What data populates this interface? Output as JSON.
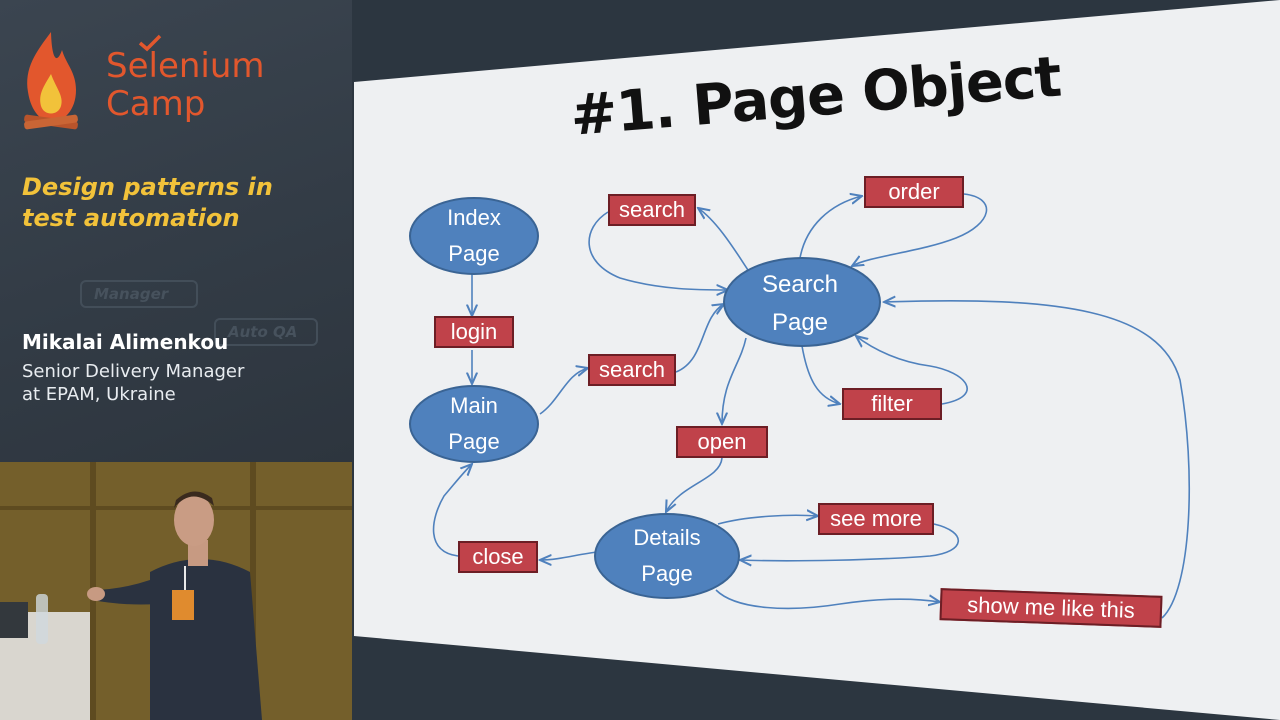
{
  "branding": {
    "logo_line1": "Selenium",
    "logo_line2": "Camp",
    "deco_tags": [
      "Manager",
      "Auto QA"
    ]
  },
  "talk": {
    "title_line1": "Design patterns in",
    "title_line2": "test automation"
  },
  "speaker": {
    "name": "Mikalai Alimenkou",
    "role_line1": "Senior Delivery Manager",
    "role_line2": "at EPAM, Ukraine"
  },
  "slide": {
    "title": "#1. Page Object",
    "pages": {
      "index": [
        "Index",
        "Page"
      ],
      "main": [
        "Main",
        "Page"
      ],
      "search": [
        "Search",
        "Page"
      ],
      "details": [
        "Details",
        "Page"
      ]
    },
    "actions": {
      "login": "login",
      "search_main": "search",
      "search_loop": "search",
      "order": "order",
      "filter": "filter",
      "open": "open",
      "see_more": "see more",
      "close": "close",
      "show_like": "show me like this"
    }
  },
  "colors": {
    "node_fill": "#4f81bd",
    "node_stroke": "#3a6494",
    "action_fill": "#c0424a",
    "logo_orange": "#e2572d",
    "subtitle_yellow": "#f2c23a"
  }
}
